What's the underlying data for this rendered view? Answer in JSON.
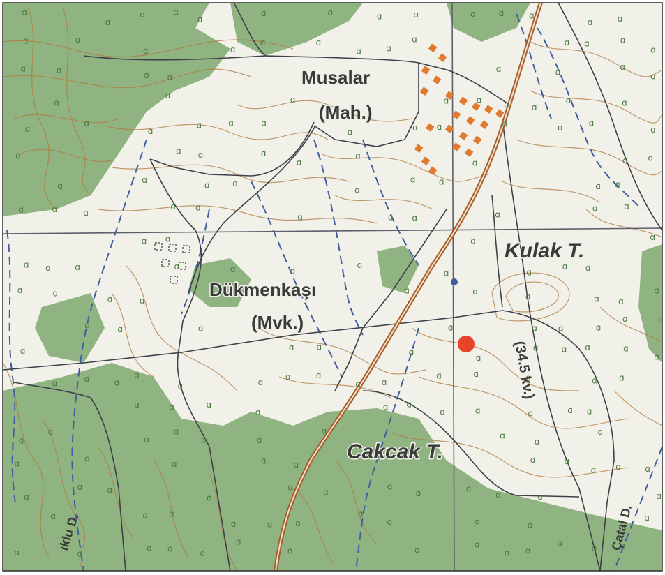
{
  "map": {
    "colors": {
      "paper": "#f1f1ea",
      "forest": "#7fa96f",
      "contour": "#b07a3e",
      "road": "#a85d2d",
      "track": "#3d4048",
      "stream": "#3f5fa0",
      "grid": "#5a5f6a",
      "settlement": "#e07a2e",
      "marker": "#e8442a",
      "symbol": "#4a7a3e"
    },
    "labels": {
      "musalar": "Musalar",
      "musalar_type": "(Mah.)",
      "dukmenkasi": "Dükmenkaşı",
      "dukmenkasi_type": "(Mvk.)",
      "kulak": "Kulak T.",
      "cakcak": "Cakcak T.",
      "powerline": "(34.5 kv.)",
      "catal": "Çatal D.",
      "stream_left": "ıklu D."
    }
  }
}
